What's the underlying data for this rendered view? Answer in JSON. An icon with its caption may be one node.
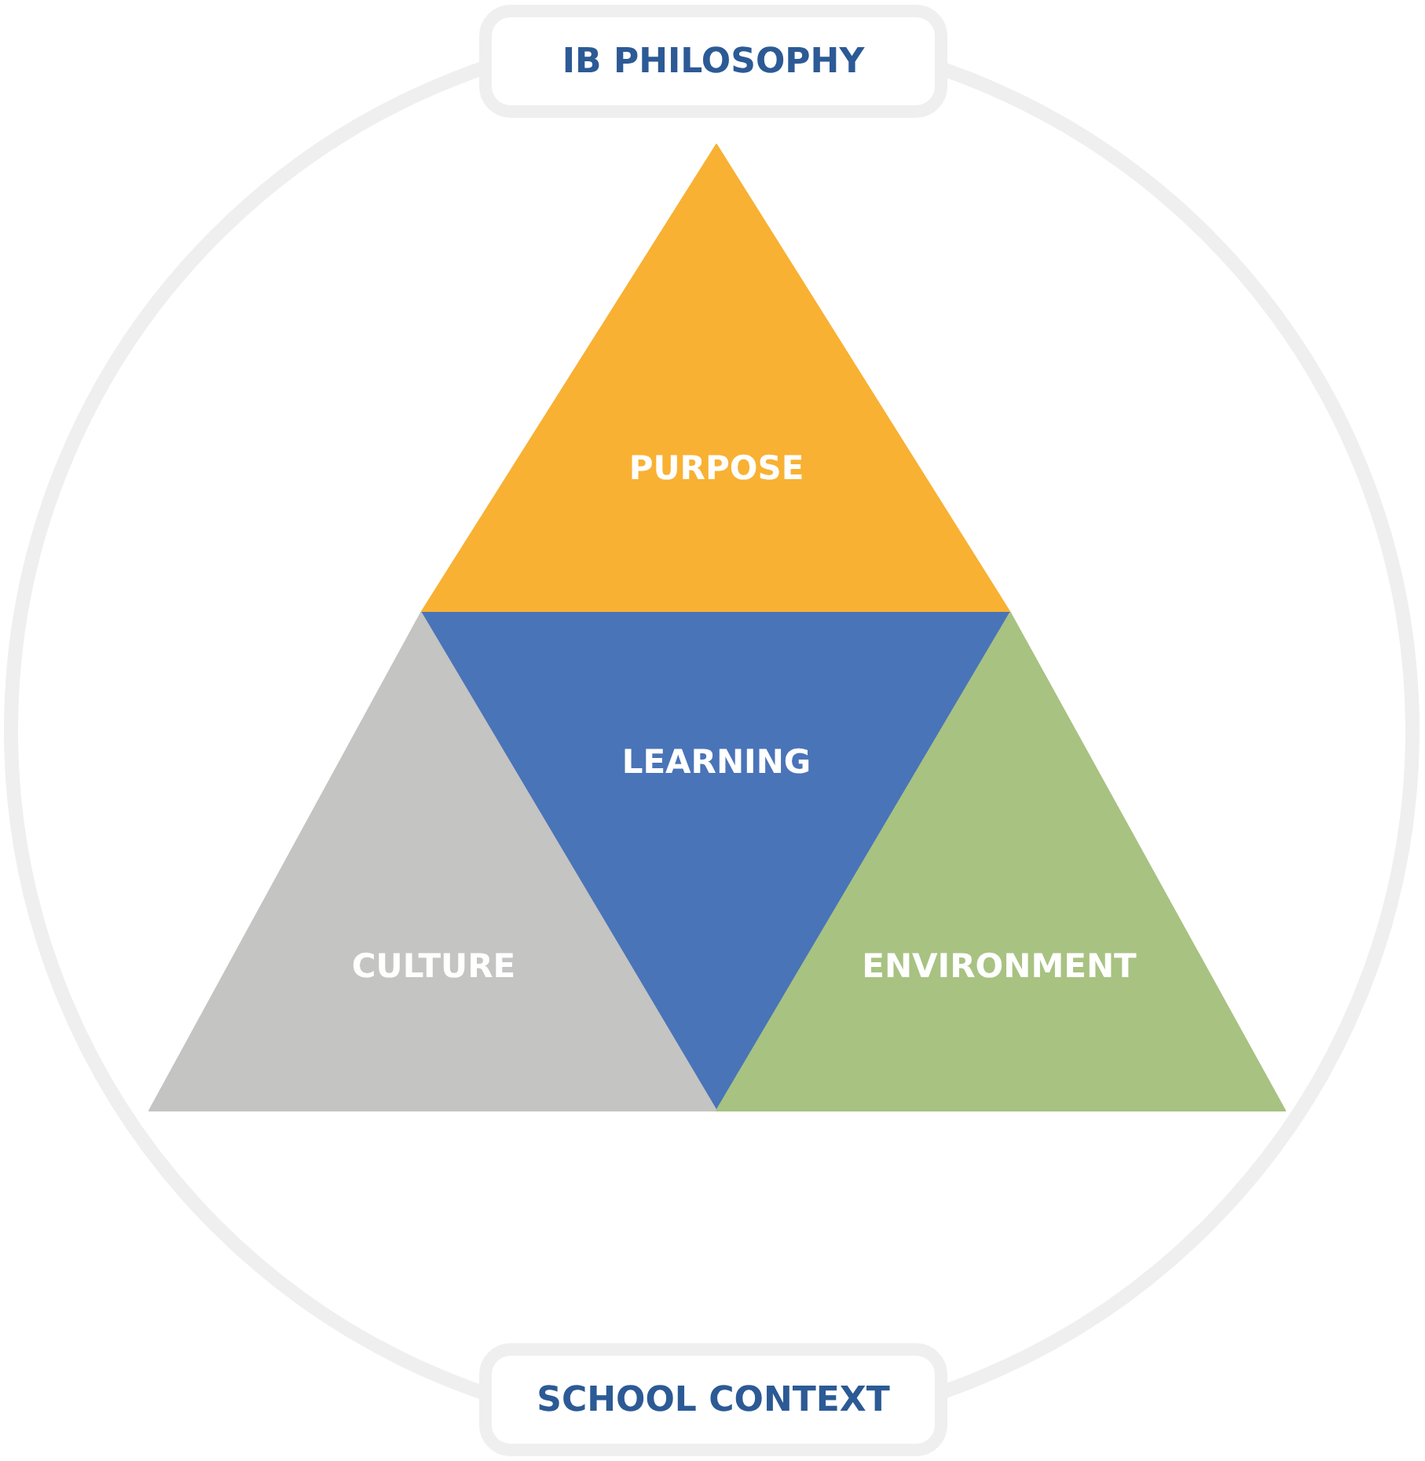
{
  "diagram": {
    "nodes": [
      {
        "text": [
          "IB PHILOSOPHY"
        ]
      },
      {
        "text": [
          "PURPOSE"
        ]
      },
      {
        "text": [
          "LEARNING"
        ]
      },
      {
        "text": [
          "CULTURE"
        ]
      },
      {
        "text": [
          "ENVIRONMENT"
        ]
      },
      {
        "text": [
          "SCHOOL CONTEXT"
        ]
      }
    ],
    "edges": []
  }
}
